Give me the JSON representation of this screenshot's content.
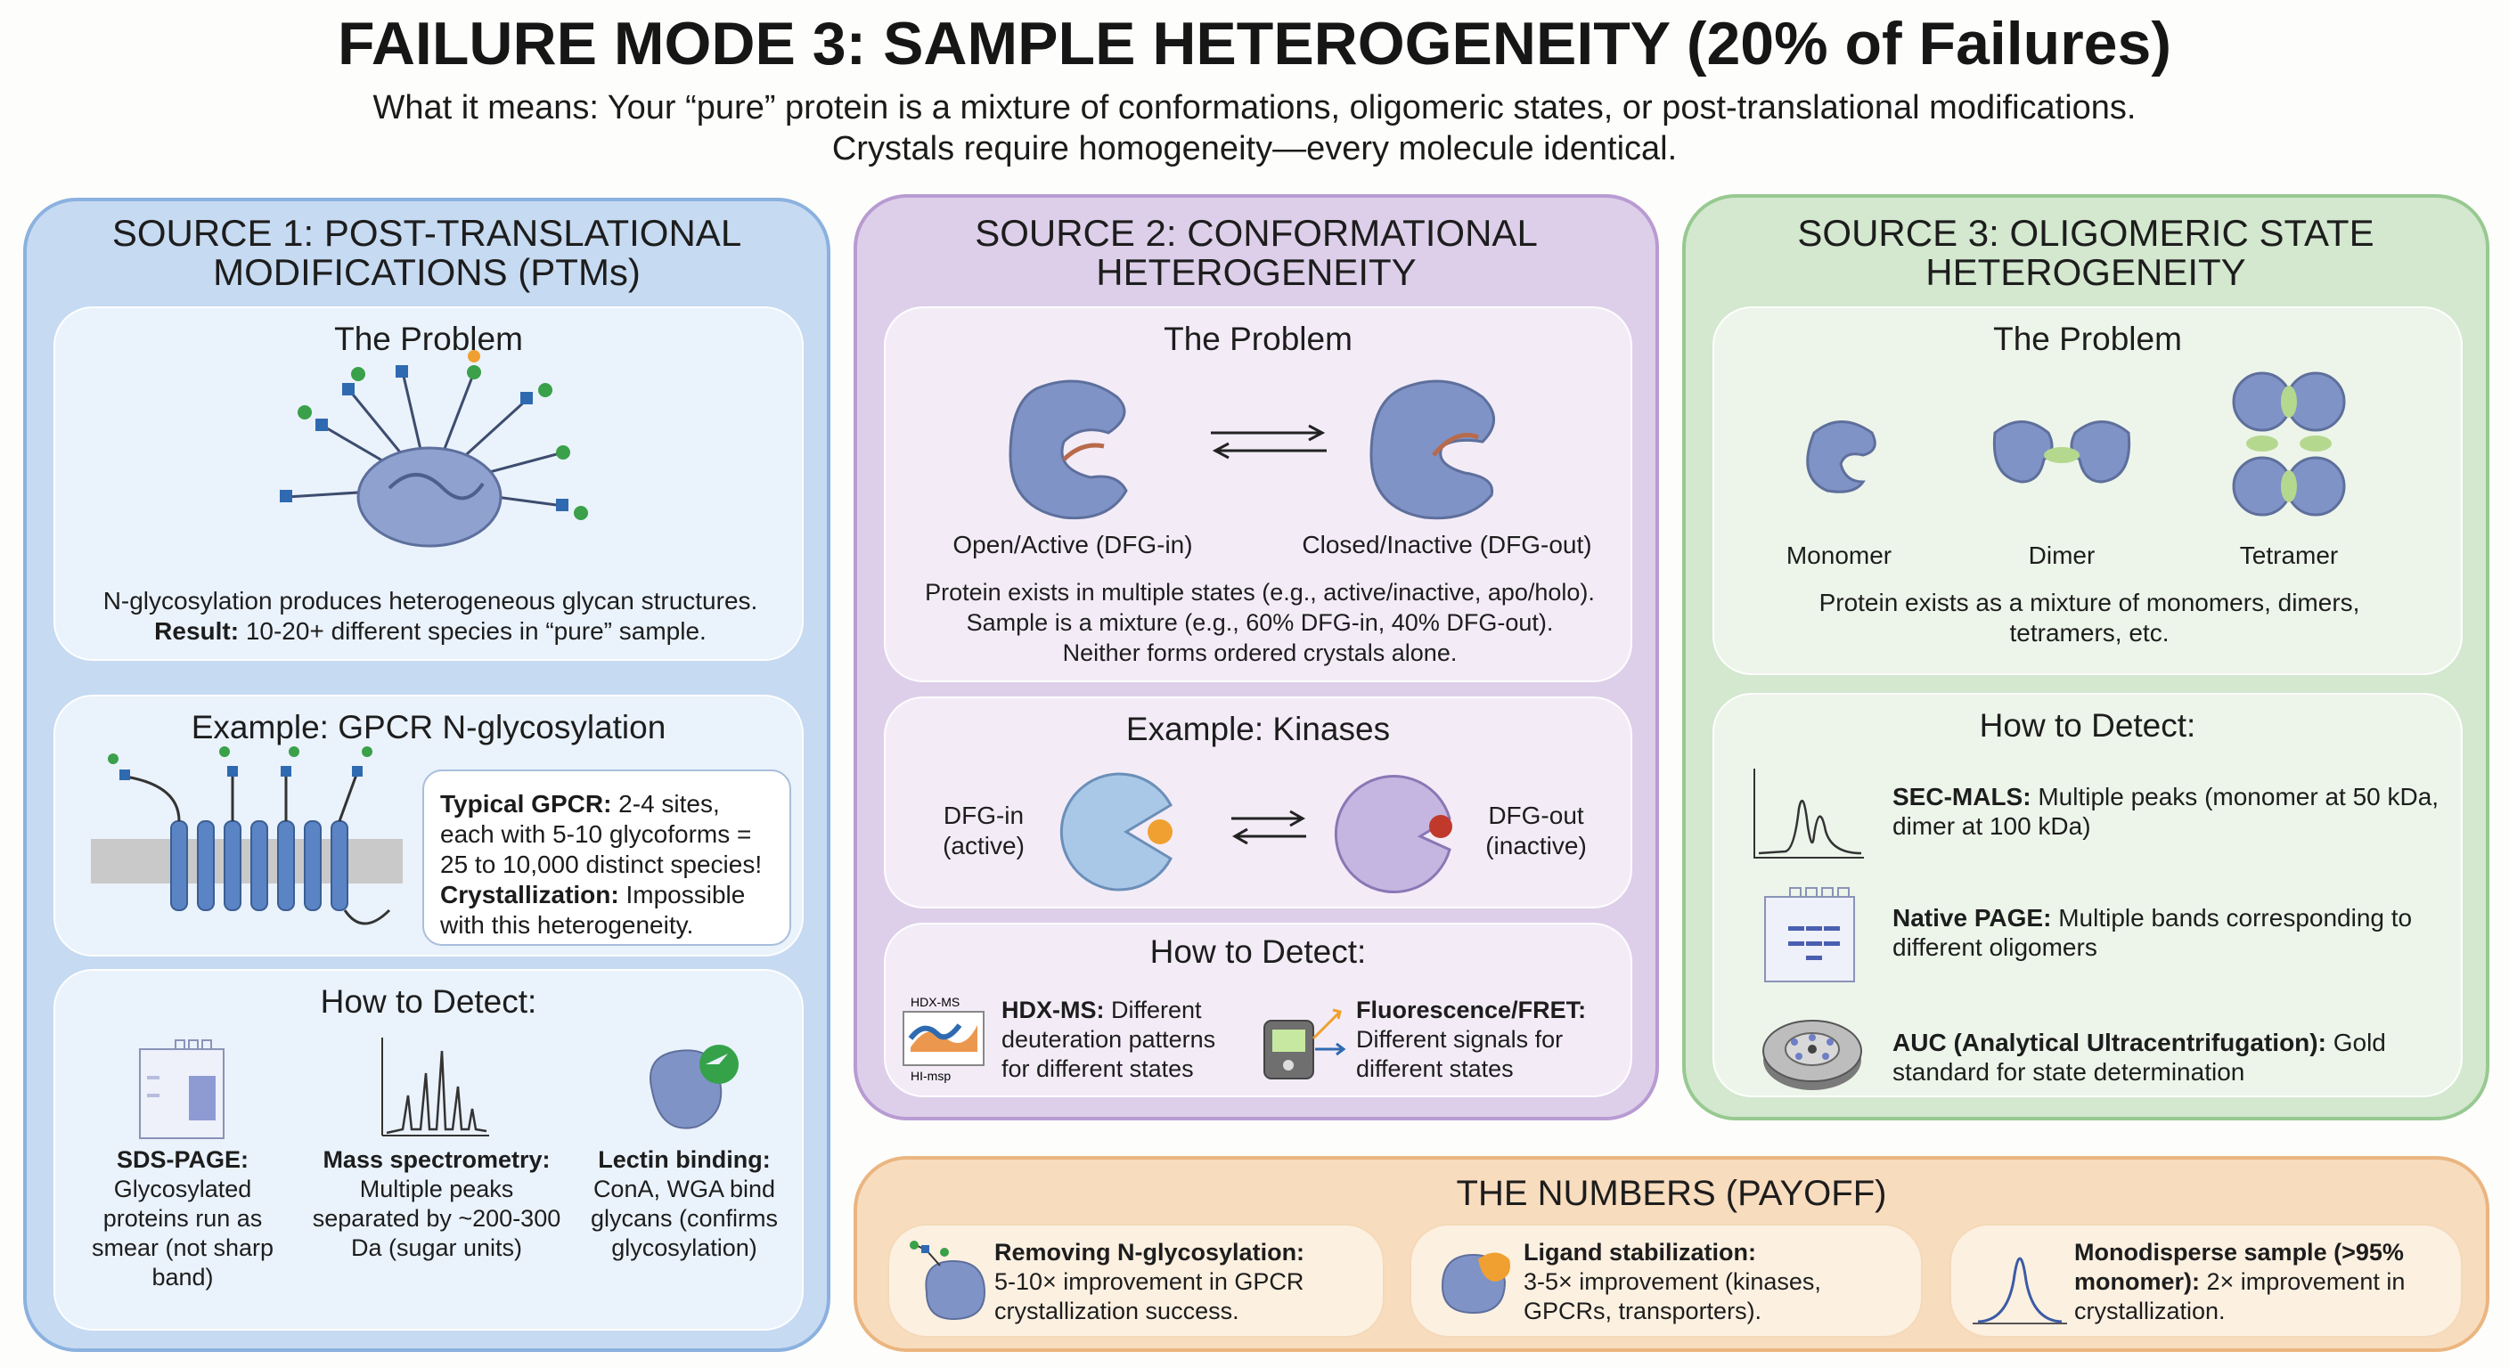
{
  "header": {
    "title": "FAILURE MODE 3: SAMPLE HETEROGENEITY (20% of Failures)",
    "subtitle_line1": "What it means: Your “pure” protein is a mixture of conformations, oligomeric states, or post-translational modifications.",
    "subtitle_line2": "Crystals require homogeneity—every molecule identical."
  },
  "source1": {
    "title_line1": "SOURCE 1: POST-TRANSLATIONAL",
    "title_line2": "MODIFICATIONS (PTMs)",
    "problem": {
      "title": "The Problem",
      "text_line1": "N-glycosylation produces heterogeneous glycan structures.",
      "result_label": "Result:",
      "result_text": " 10-20+ different species in “pure” sample."
    },
    "example": {
      "title": "Example: GPCR N-glycosylation",
      "note_label1": "Typical GPCR:",
      "note_text1": " 2-4 sites, each with 5-10 glycoforms = 25 to 10,000 distinct species!",
      "note_label2": "Crystallization:",
      "note_text2": " Impossible with this heterogeneity."
    },
    "detect": {
      "title": "How to Detect:",
      "items": [
        {
          "label": "SDS-PAGE:",
          "text": "Glycosylated proteins run as smear (not sharp band)"
        },
        {
          "label": "Mass spectrometry:",
          "text": "Multiple peaks separated by ~200-300 Da (sugar units)"
        },
        {
          "label": "Lectin binding:",
          "text": "ConA, WGA bind glycans (confirms glycosylation)"
        }
      ]
    }
  },
  "source2": {
    "title_line1": "SOURCE 2: CONFORMATIONAL",
    "title_line2": "HETEROGENEITY",
    "problem": {
      "title": "The Problem",
      "state_a": "Open/Active (DFG-in)",
      "state_b": "Closed/Inactive (DFG-out)",
      "text_line1": "Protein exists in multiple states (e.g., active/inactive, apo/holo).",
      "text_line2": "Sample is a mixture (e.g., 60% DFG-in, 40% DFG-out).",
      "text_line3": "Neither forms ordered crystals alone."
    },
    "example": {
      "title": "Example: Kinases",
      "left_line1": "DFG-in",
      "left_line2": "(active)",
      "right_line1": "DFG-out",
      "right_line2": "(inactive)"
    },
    "detect": {
      "title": "How to Detect:",
      "icon_top": "HDX-MS",
      "icon_bottom": "HI-msp",
      "items": [
        {
          "label": "HDX-MS:",
          "text": " Different deuteration patterns for different states"
        },
        {
          "label": "Fluorescence/FRET:",
          "text": " Different signals for different states"
        }
      ]
    }
  },
  "source3": {
    "title_line1": "SOURCE 3: OLIGOMERIC STATE",
    "title_line2": "HETEROGENEITY",
    "problem": {
      "title": "The Problem",
      "labels": [
        "Monomer",
        "Dimer",
        "Tetramer"
      ],
      "text_line1": "Protein exists as a mixture of monomers, dimers,",
      "text_line2": "tetramers, etc."
    },
    "detect": {
      "title": "How to Detect:",
      "items": [
        {
          "label": "SEC-MALS:",
          "text": " Multiple peaks (monomer at 50 kDa, dimer at 100 kDa)"
        },
        {
          "label": "Native PAGE:",
          "text": " Multiple bands corresponding to different oligomers"
        },
        {
          "label": "AUC (Analytical Ultracentrifugation):",
          "text": " Gold standard for state determination"
        }
      ]
    }
  },
  "numbers": {
    "title": "THE NUMBERS (PAYOFF)",
    "items": [
      {
        "label": "Removing N-glycosylation:",
        "text": "5-10× improvement in GPCR crystallization success."
      },
      {
        "label": "Ligand stabilization:",
        "text": "3-5× improvement (kinases, GPCRs, transporters)."
      },
      {
        "label": "Monodisperse sample (>95% monomer):",
        "text": " 2× improvement in crystallization."
      }
    ]
  },
  "colors": {
    "blue_panel": "#c6daf2",
    "purple_panel": "#ddcfe9",
    "green_panel": "#d3e8cf",
    "orange_panel": "#f8dcbe",
    "protein": "#7f93c6"
  }
}
